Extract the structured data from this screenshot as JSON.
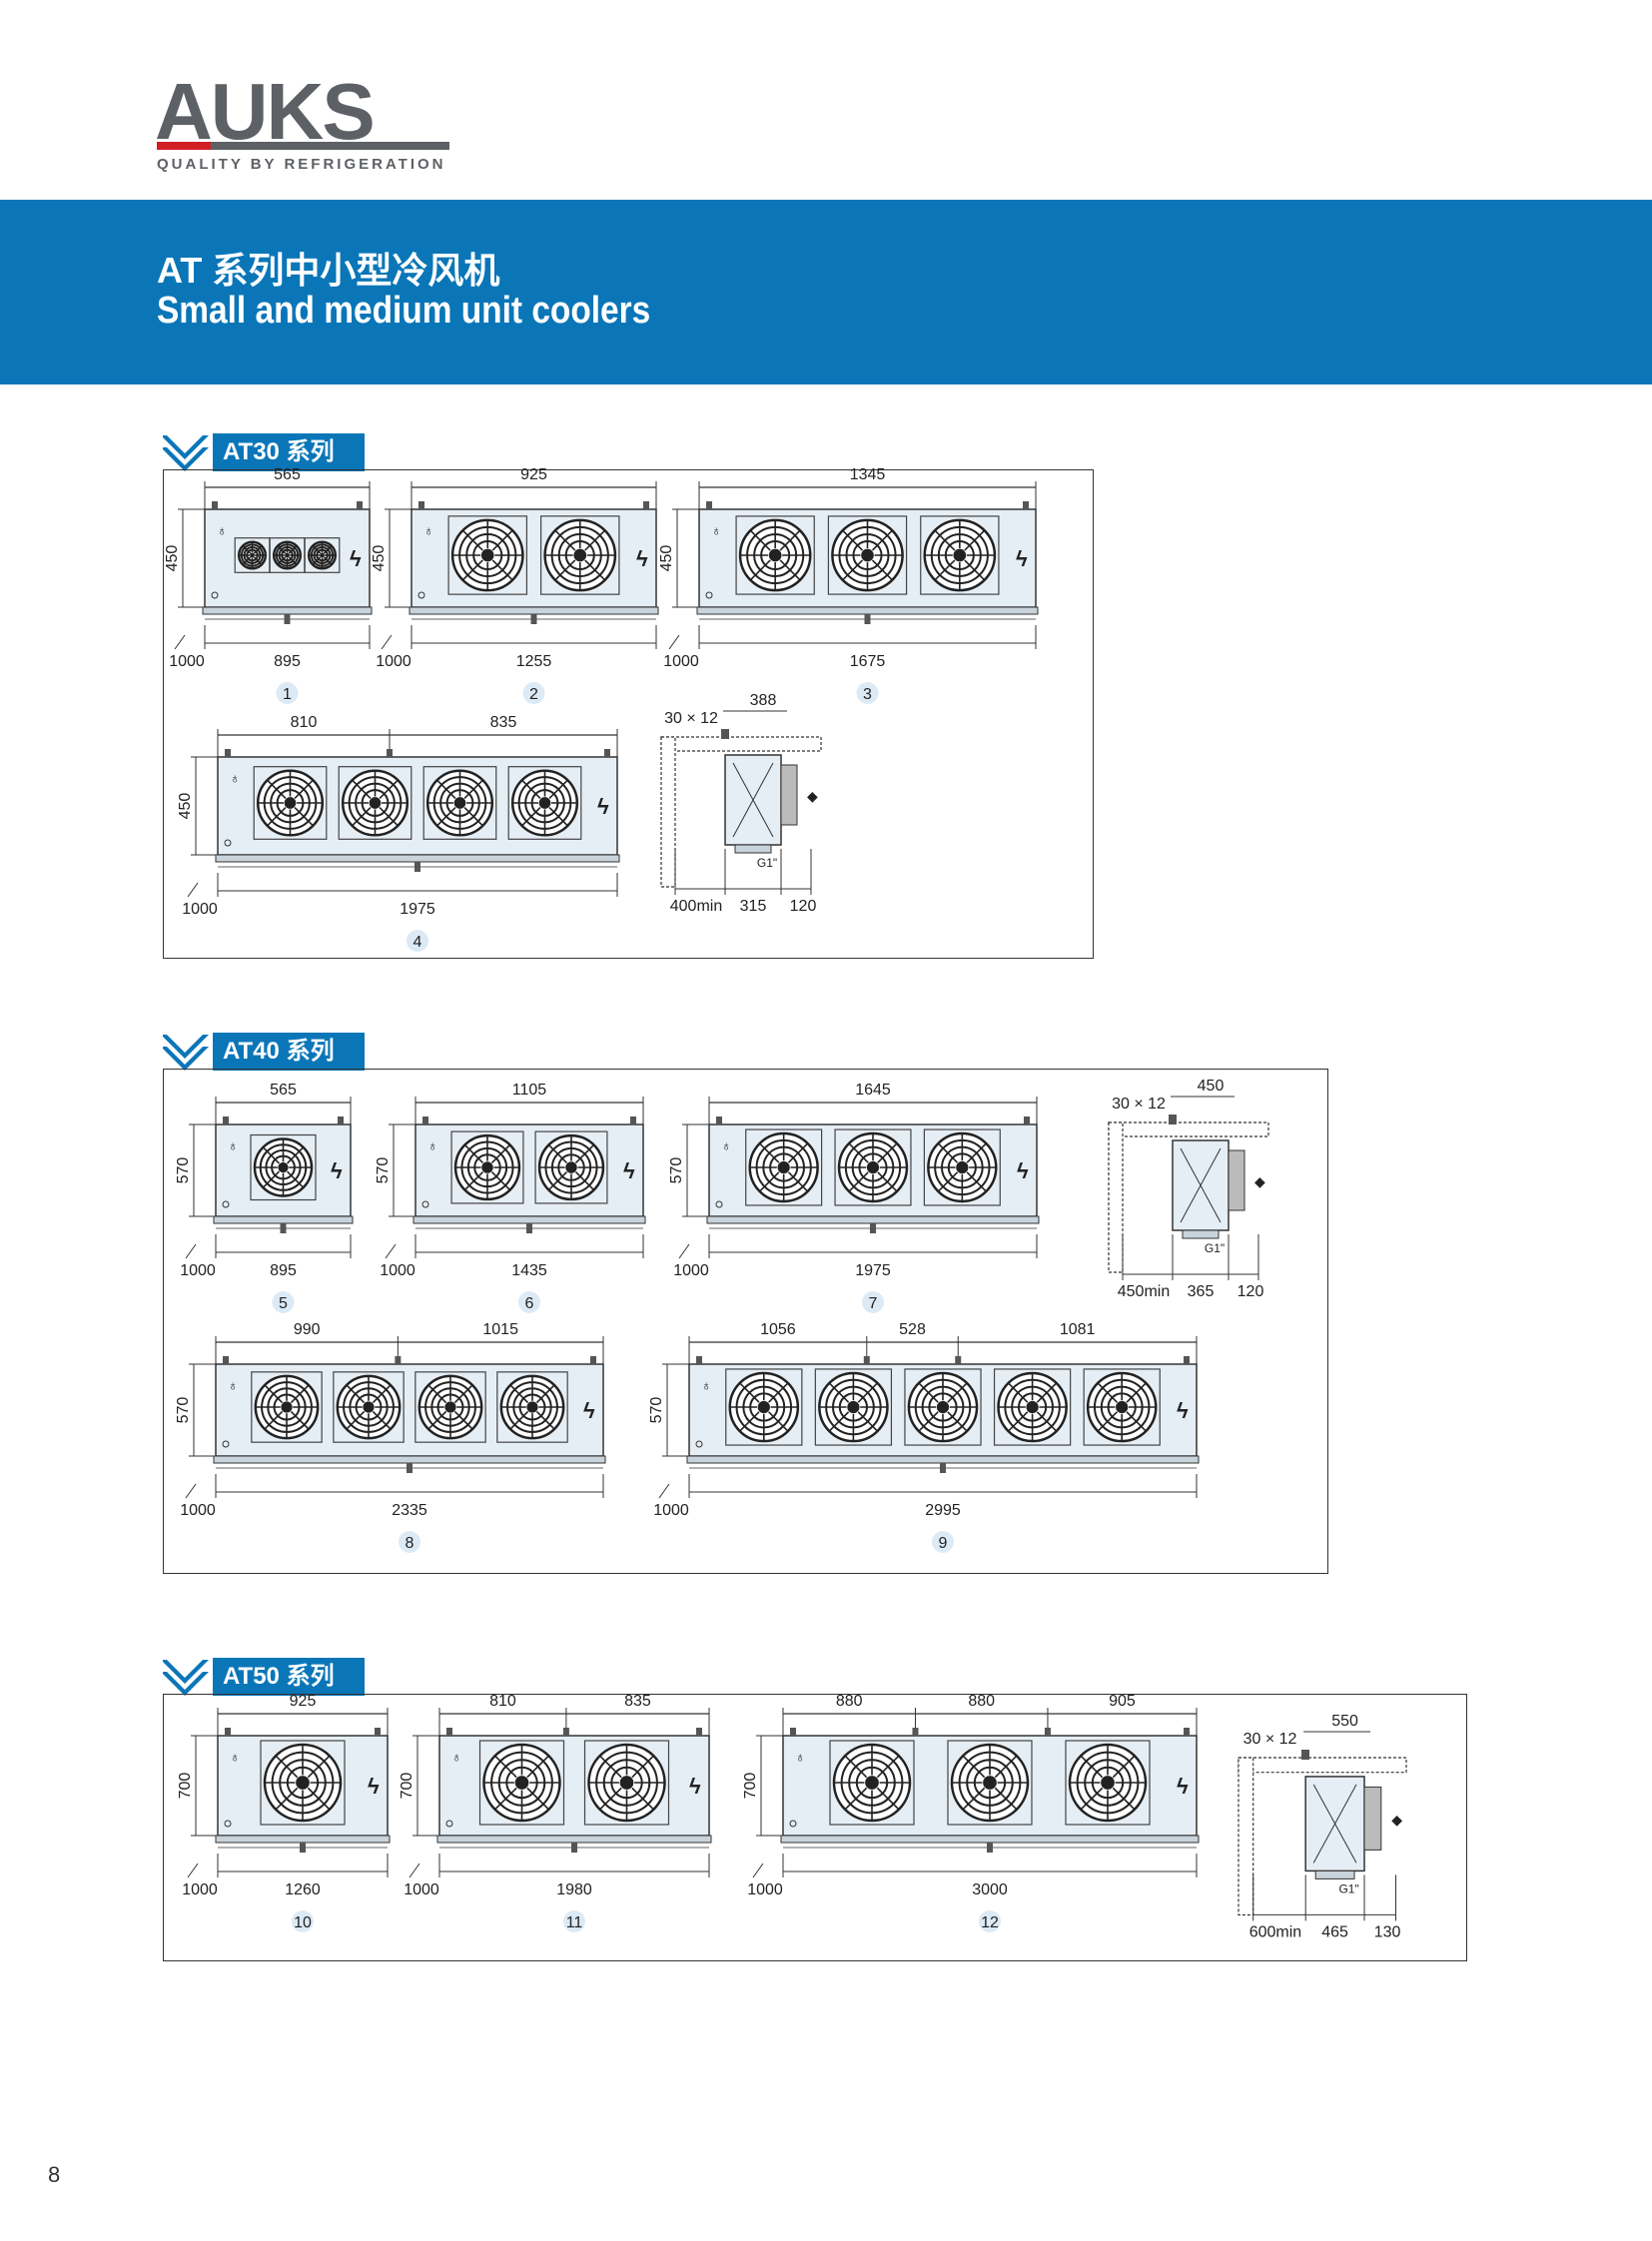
{
  "logo": {
    "brand": "AUKS",
    "tagline": "QUALITY BY REFRIGERATION",
    "accent_color": "#d11f26",
    "gray_color": "#5d6064"
  },
  "banner": {
    "title_cn": "AT 系列中小型冷风机",
    "title_en": "Small and medium unit coolers",
    "color": "#0a76b8"
  },
  "sections": [
    {
      "title": "AT30 系列",
      "units": [
        {
          "id": "1",
          "fans": 3,
          "height": "450",
          "top_dims": [
            "565"
          ],
          "clearance": "1000",
          "length": "895"
        },
        {
          "id": "2",
          "fans": 2,
          "height": "450",
          "top_dims": [
            "925"
          ],
          "clearance": "1000",
          "length": "1255"
        },
        {
          "id": "3",
          "fans": 3,
          "height": "450",
          "top_dims": [
            "1345"
          ],
          "clearance": "1000",
          "length": "1675"
        },
        {
          "id": "4",
          "fans": 4,
          "height": "450",
          "top_dims": [
            "810",
            "835"
          ],
          "clearance": "1000",
          "length": "1975"
        }
      ],
      "side": {
        "bolt": "30 × 12",
        "depth": "388",
        "min": "400min",
        "body": "315",
        "fan": "120",
        "drain": "G1\""
      }
    },
    {
      "title": "AT40 系列",
      "units": [
        {
          "id": "5",
          "fans": 1,
          "height": "570",
          "top_dims": [
            "565"
          ],
          "clearance": "1000",
          "length": "895"
        },
        {
          "id": "6",
          "fans": 2,
          "height": "570",
          "top_dims": [
            "1105"
          ],
          "clearance": "1000",
          "length": "1435"
        },
        {
          "id": "7",
          "fans": 3,
          "height": "570",
          "top_dims": [
            "1645"
          ],
          "clearance": "1000",
          "length": "1975"
        },
        {
          "id": "8",
          "fans": 4,
          "height": "570",
          "top_dims": [
            "990",
            "1015"
          ],
          "clearance": "1000",
          "length": "2335"
        },
        {
          "id": "9",
          "fans": 5,
          "height": "570",
          "top_dims": [
            "1056",
            "528",
            "1081"
          ],
          "clearance": "1000",
          "length": "2995"
        }
      ],
      "side": {
        "bolt": "30 × 12",
        "depth": "450",
        "min": "450min",
        "body": "365",
        "fan": "120",
        "drain": "G1\""
      }
    },
    {
      "title": "AT50 系列",
      "units": [
        {
          "id": "10",
          "fans": 1,
          "height": "700",
          "top_dims": [
            "925"
          ],
          "clearance": "1000",
          "length": "1260"
        },
        {
          "id": "11",
          "fans": 2,
          "height": "700",
          "top_dims": [
            "810",
            "835"
          ],
          "clearance": "1000",
          "length": "1980"
        },
        {
          "id": "12",
          "fans": 3,
          "height": "700",
          "top_dims": [
            "880",
            "880",
            "905"
          ],
          "clearance": "1000",
          "length": "3000"
        }
      ],
      "side": {
        "bolt": "30 × 12",
        "depth": "550",
        "min": "600min",
        "body": "465",
        "fan": "130",
        "drain": "G1\""
      }
    }
  ],
  "page_number": "8"
}
